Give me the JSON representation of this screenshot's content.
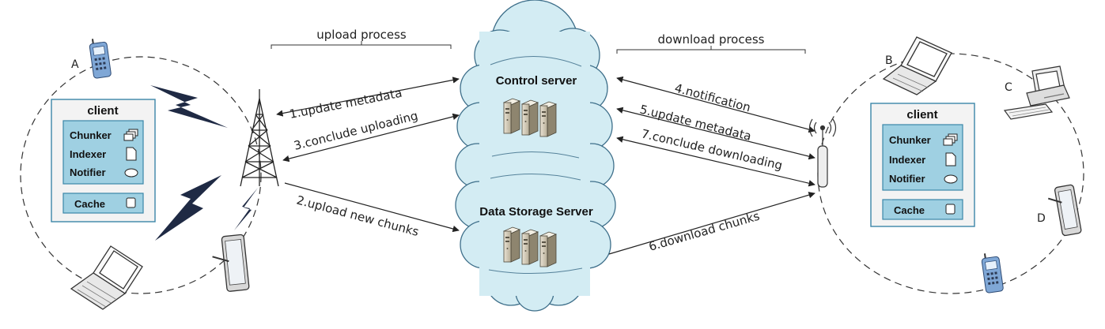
{
  "upload_section": {
    "title": "upload process"
  },
  "download_section": {
    "title": "download process"
  },
  "servers": {
    "control": "Control server",
    "storage": "Data Storage Server"
  },
  "clients": {
    "left": {
      "title": "client",
      "chunker": "Chunker",
      "indexer": "Indexer",
      "notifier": "Notifier",
      "cache": "Cache"
    },
    "right": {
      "title": "client",
      "chunker": "Chunker",
      "indexer": "Indexer",
      "notifier": "Notifier",
      "cache": "Cache"
    }
  },
  "device_labels": {
    "a": "A",
    "b": "B",
    "c": "C",
    "d": "D"
  },
  "steps": {
    "s1": "1.update metadata",
    "s2": "2.upload new chunks",
    "s3": "3.conclude uploading",
    "s4": "4.notification",
    "s5": "5.update metadata",
    "s6": "6.download chunks",
    "s7": "7.conclude downloading"
  },
  "colors": {
    "cloud": "#d3ecf3",
    "client_box": "#9fd0e2",
    "client_border": "#3b86a8",
    "lightning": "#1f2a44"
  }
}
